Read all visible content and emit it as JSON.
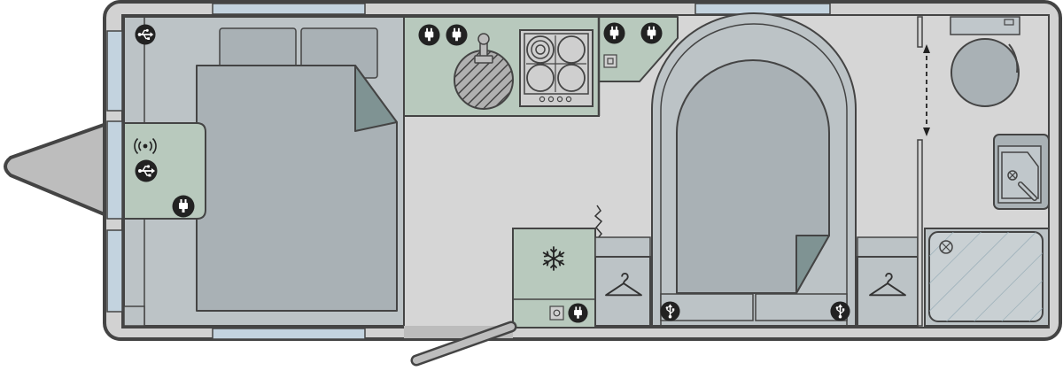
{
  "colors": {
    "wall": "#444444",
    "wall_fill": "#d2d2d2",
    "floor": "#d6d6d6",
    "furniture": "#a9b1b5",
    "furniture_light": "#bcc3c6",
    "green": "#b8c9bd",
    "window": "#c3d3df",
    "fold": "#7f9393",
    "icon": "#222222",
    "line": "#444444"
  },
  "icons": {
    "socket": "plug-socket-icon",
    "usb": "usb-icon",
    "wifi": "wifi-icon",
    "snow": "snowflake-icon",
    "hanger": "hanger-icon",
    "usb_bed": "usb-charging-icon"
  },
  "zones": [
    "front-bedroom",
    "kitchen-sink-hob",
    "kitchen-side",
    "fridge",
    "lounge-island-bed",
    "washroom"
  ]
}
